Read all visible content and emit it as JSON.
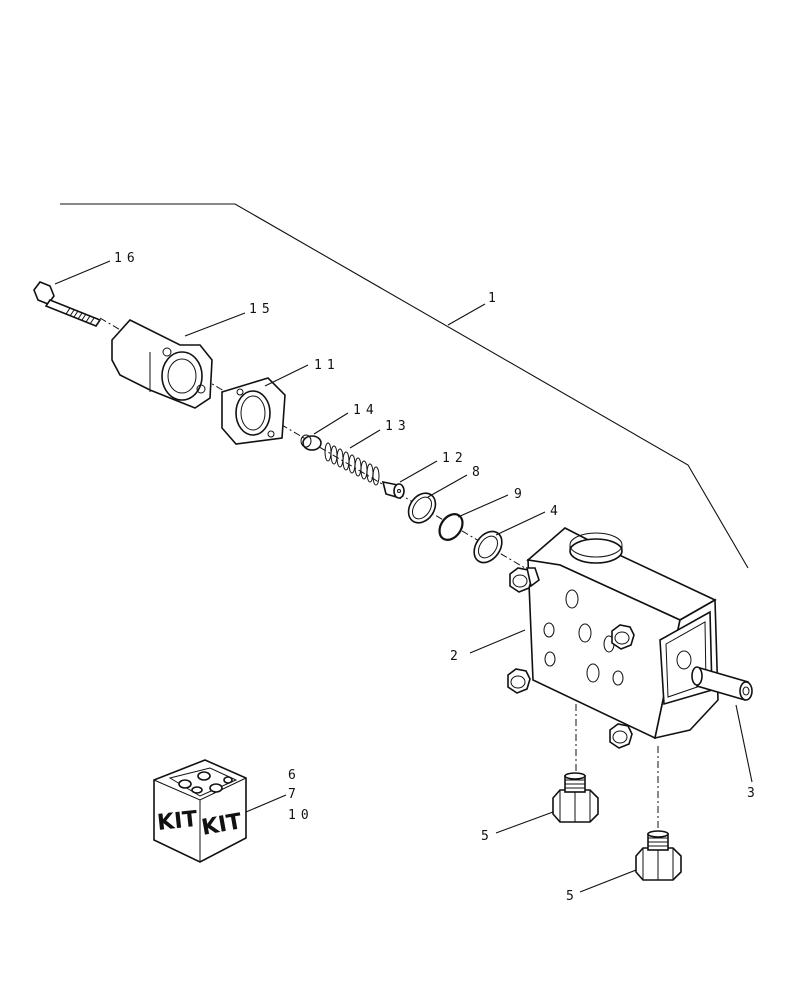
{
  "callouts": {
    "c1": "1",
    "c2": "2",
    "c3": "3",
    "c4": "4",
    "c5a": "5",
    "c5b": "5",
    "c6": "6",
    "c7": "7",
    "c8": "8",
    "c9": "9",
    "c10": "10",
    "c11": "11",
    "c12": "12",
    "c13": "13",
    "c14": "14",
    "c15": "15",
    "c16": "16"
  },
  "kit": {
    "label_left": "KIT",
    "label_right": "KIT"
  }
}
